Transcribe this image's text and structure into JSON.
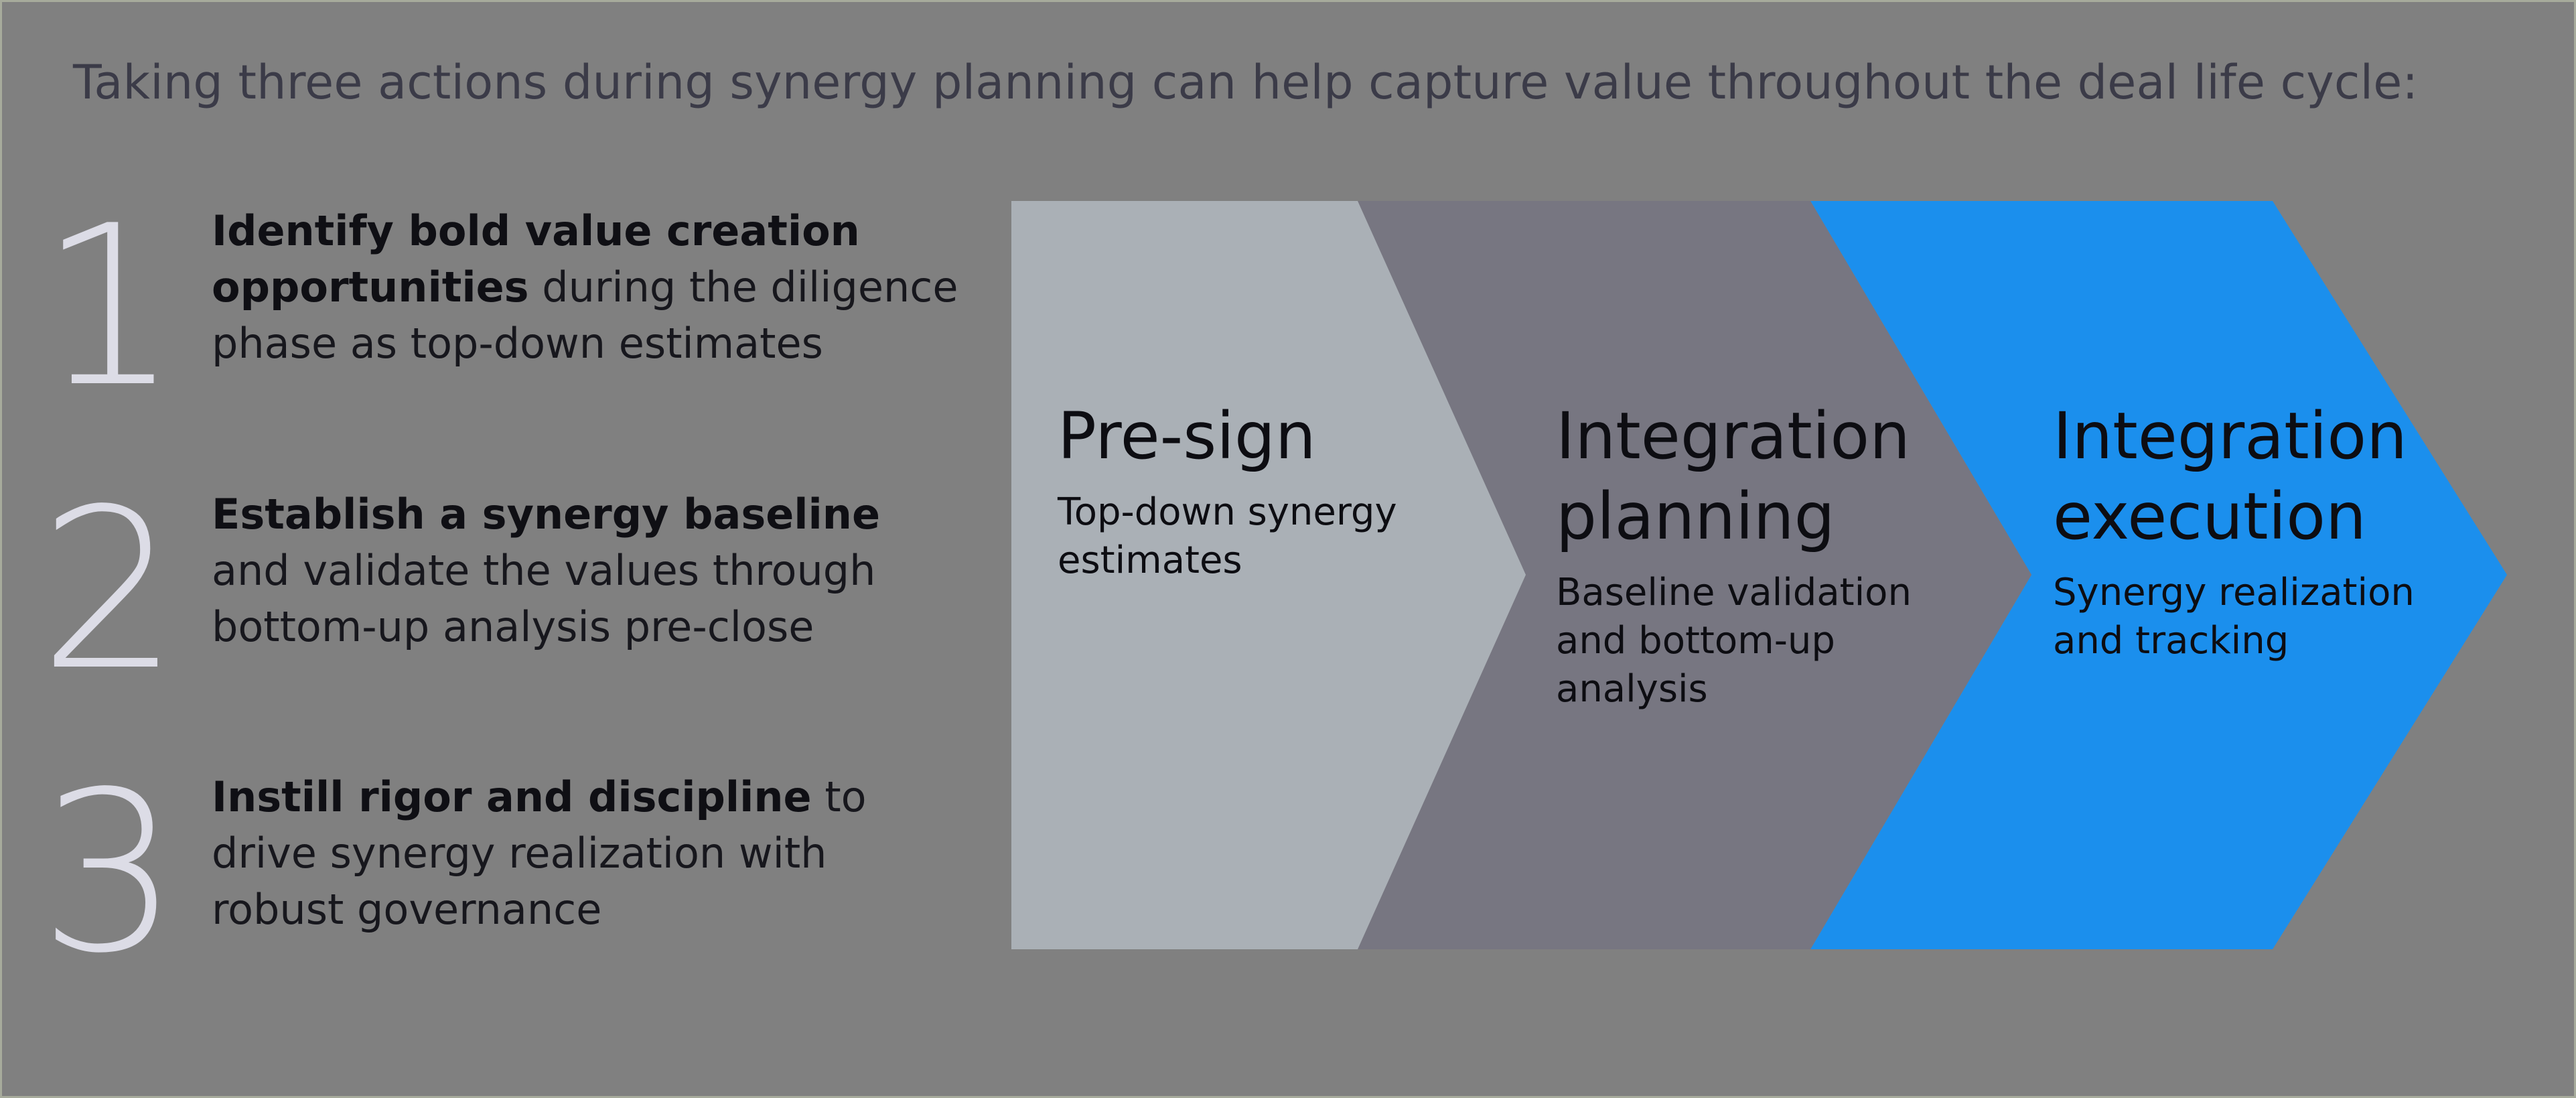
{
  "headline": "Taking three actions during synergy planning can help capture value throughout the deal life cycle:",
  "actions": [
    {
      "number": "1",
      "lead": "Identify bold value creation opportunities",
      "rest": " during the diligence phase as top-down estimates"
    },
    {
      "number": "2",
      "lead": "Establish a synergy baseline",
      "rest": " and validate the values through bottom-up analysis pre-close"
    },
    {
      "number": "3",
      "lead": "Instill rigor and discipline",
      "rest": " to drive synergy realization with robust governance"
    }
  ],
  "stages": [
    {
      "title_line1": "Pre-sign",
      "title_line2": "",
      "desc_line1": "Top-down synergy",
      "desc_line2": "estimates",
      "desc_line3": "",
      "color": "#aab0b6"
    },
    {
      "title_line1": "Integration",
      "title_line2": "planning",
      "desc_line1": "Baseline validation",
      "desc_line2": "and bottom-up",
      "desc_line3": "analysis",
      "color": "#777681"
    },
    {
      "title_line1": "Integration",
      "title_line2": "execution",
      "desc_line1": "Synergy realization",
      "desc_line2": "and tracking",
      "desc_line3": "",
      "color": "#1b8fed"
    }
  ]
}
